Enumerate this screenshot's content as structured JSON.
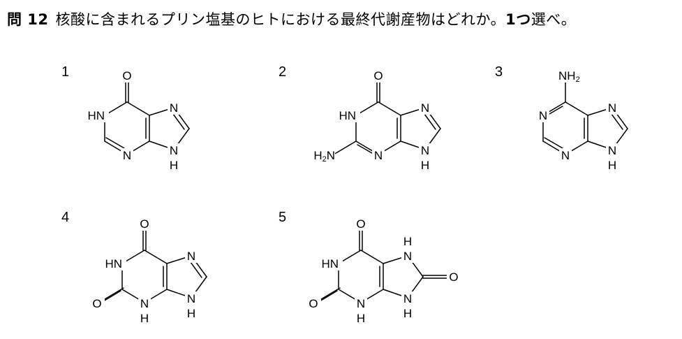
{
  "question": {
    "number": "問 12",
    "text_before": "核酸に含まれるプリン塩基のヒトにおける最終代謝産物はどれか。",
    "select_count": "1つ",
    "text_after": "選べ。"
  },
  "options": [
    {
      "number": "1"
    },
    {
      "number": "2"
    },
    {
      "number": "3"
    },
    {
      "number": "4"
    },
    {
      "number": "5"
    }
  ],
  "atom_labels": {
    "O": "O",
    "N": "N",
    "HN": "HN",
    "H": "H",
    "NH2_main": "NH",
    "NH2_sub": "2",
    "H2N_h": "H",
    "H2N_sub": "2",
    "H2N_n": "N"
  }
}
